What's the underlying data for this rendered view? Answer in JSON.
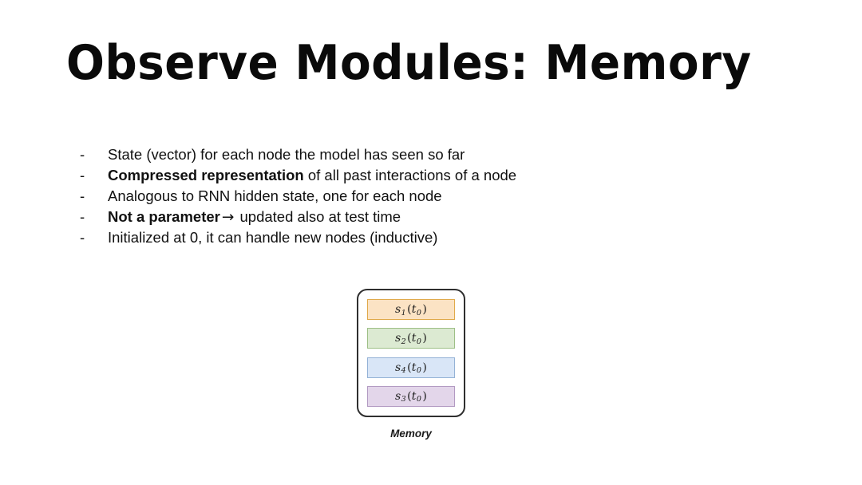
{
  "slide": {
    "title": "Observe Modules: Memory",
    "background_color": "#ffffff",
    "text_color": "#111111"
  },
  "bullets": {
    "marker": "-",
    "items": [
      {
        "id": "state-vector",
        "lead": "",
        "bold": "",
        "text": "State (vector) for each node the model has seen so far",
        "arrow": ""
      },
      {
        "id": "compressed-representation",
        "lead": "",
        "bold": "Compressed representation",
        "text": " of all past interactions of a node",
        "arrow": ""
      },
      {
        "id": "analogous-rnn",
        "lead": "",
        "bold": "",
        "text": "Analogous to RNN hidden state, one for each node",
        "arrow": ""
      },
      {
        "id": "not-a-parameter",
        "lead": "",
        "bold": "Not a parameter",
        "arrow": "→",
        "text": " updated also at test time"
      },
      {
        "id": "initialized-at-zero",
        "lead": "",
        "bold": "",
        "text": "Initialized at 0, it can handle new nodes (inductive)",
        "arrow": ""
      }
    ]
  },
  "memory_figure": {
    "caption": "Memory",
    "container_border_color": "#2f2f2f",
    "cells": [
      {
        "id": "memory-cell-s1",
        "symbol": "s",
        "subscript": "1",
        "time_symbol": "t",
        "time_subscript": "0",
        "label": "s1(t0)",
        "fill": "#fbe3c4",
        "border": "#e0a94a"
      },
      {
        "id": "memory-cell-s2",
        "symbol": "s",
        "subscript": "2",
        "time_symbol": "t",
        "time_subscript": "0",
        "label": "s2(t0)",
        "fill": "#dcead2",
        "border": "#9dbf86"
      },
      {
        "id": "memory-cell-s4",
        "symbol": "s",
        "subscript": "4",
        "time_symbol": "t",
        "time_subscript": "0",
        "label": "s4(t0)",
        "fill": "#d9e6f7",
        "border": "#94b2d6"
      },
      {
        "id": "memory-cell-s3",
        "symbol": "s",
        "subscript": "3",
        "time_symbol": "t",
        "time_subscript": "0",
        "label": "s3(t0)",
        "fill": "#e3d6ea",
        "border": "#b29ac2"
      }
    ]
  }
}
